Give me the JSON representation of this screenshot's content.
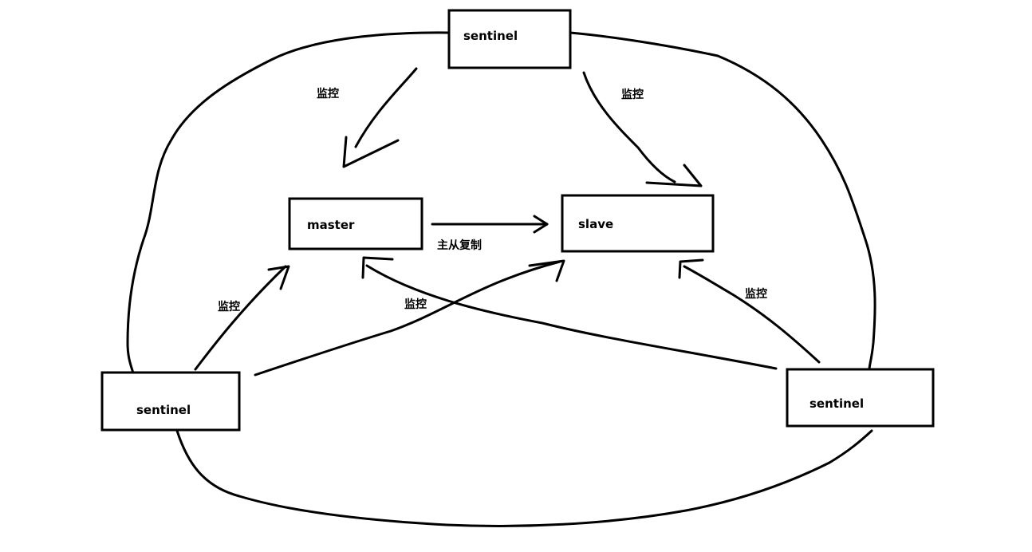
{
  "diagram": {
    "nodes": [
      {
        "id": "sentinel-top",
        "label": "sentinel"
      },
      {
        "id": "master",
        "label": "master"
      },
      {
        "id": "slave",
        "label": "slave"
      },
      {
        "id": "sentinel-left",
        "label": "sentinel"
      },
      {
        "id": "sentinel-right",
        "label": "sentinel"
      }
    ],
    "edges": [
      {
        "from": "sentinel-top",
        "to": "master",
        "label": "监控"
      },
      {
        "from": "sentinel-top",
        "to": "slave",
        "label": "监控"
      },
      {
        "from": "master",
        "to": "slave",
        "label": "主从复制"
      },
      {
        "from": "sentinel-left",
        "to": "master",
        "label": "监控"
      },
      {
        "from": "sentinel-left",
        "to": "slave",
        "label": "监控"
      },
      {
        "from": "sentinel-right",
        "to": "slave",
        "label": "监控"
      },
      {
        "from": "sentinel-right",
        "to": "master",
        "label": ""
      }
    ]
  }
}
